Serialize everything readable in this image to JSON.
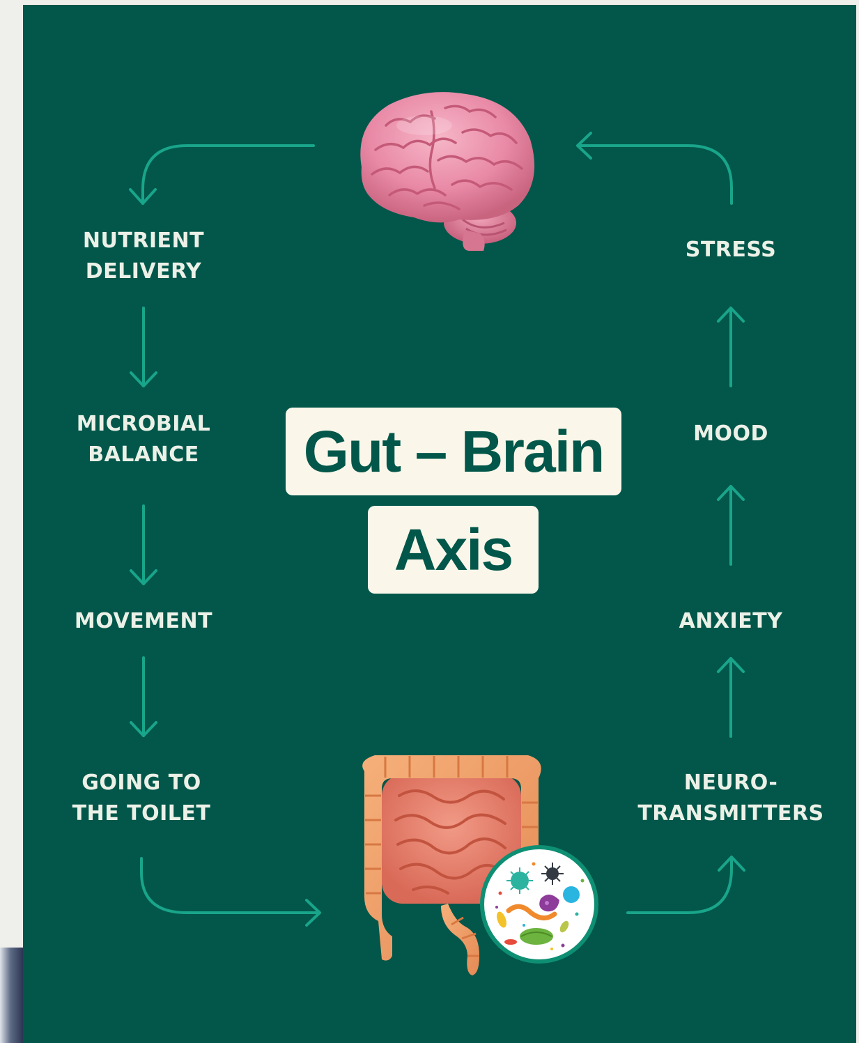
{
  "title": {
    "line1": "Gut – Brain",
    "line2": "Axis"
  },
  "left_column": [
    {
      "label": "NUTRIENT\nDELIVERY"
    },
    {
      "label": "MICROBIAL\nBALANCE"
    },
    {
      "label": "MOVEMENT"
    },
    {
      "label": "GOING TO\nTHE TOILET"
    }
  ],
  "right_column": [
    {
      "label": "STRESS"
    },
    {
      "label": "MOOD"
    },
    {
      "label": "ANXIETY"
    },
    {
      "label": "NEURO-\nTRANSMITTERS"
    }
  ],
  "nodes": {
    "top": "brain-icon",
    "bottom": "gut-icon",
    "badge": "microbes-icon"
  },
  "colors": {
    "background": "#02574a",
    "arrow": "#19a58a",
    "text": "#ecf1e8",
    "title_box": "#faf7ea",
    "title_text": "#02574a"
  }
}
